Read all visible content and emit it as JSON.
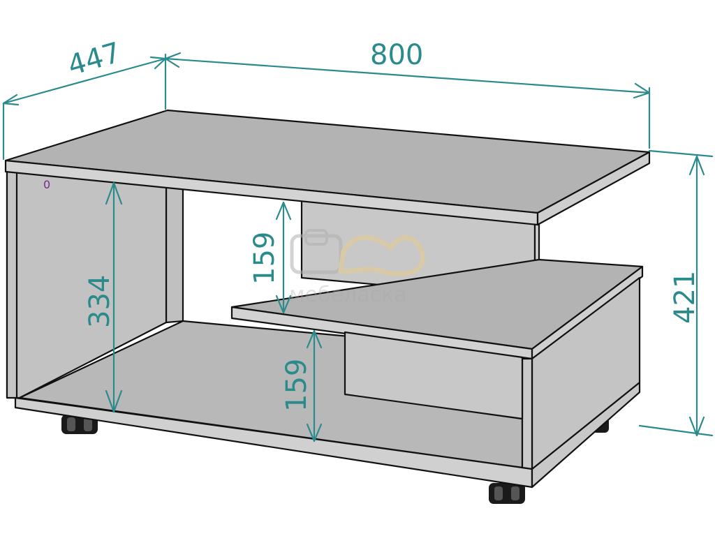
{
  "dimensions": {
    "depth": "447",
    "width": "800",
    "height": "421",
    "inner_height": "334",
    "upper_gap": "159",
    "lower_gap": "159"
  },
  "marker": "0",
  "watermark": {
    "text": "мебеласка"
  },
  "colors": {
    "panel_top": "#b3b3b3",
    "panel_face": "#c4c4c4",
    "panel_side": "#bcbcbc",
    "panel_edge": "#d4d4d4",
    "dimension": "#2a8a8c",
    "outline": "#111111"
  }
}
